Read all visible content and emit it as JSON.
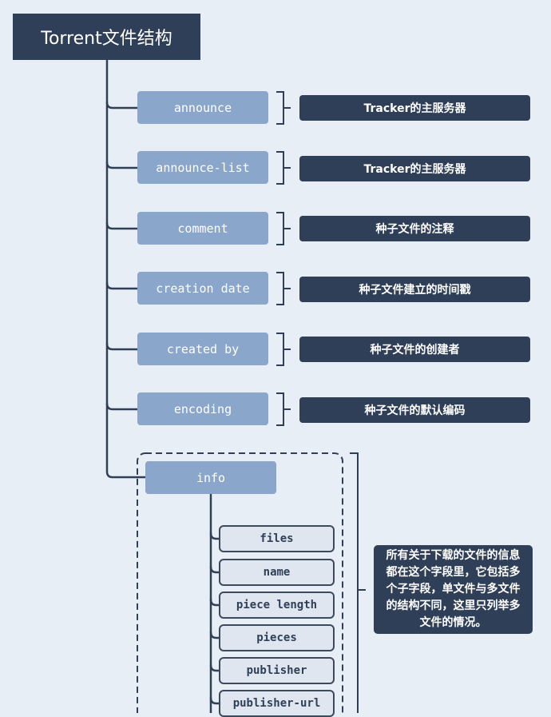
{
  "title": "Torrent文件结构",
  "keys": [
    {
      "name": "announce",
      "desc": "Tracker的主服务器"
    },
    {
      "name": "announce-list",
      "desc": "Tracker的主服务器"
    },
    {
      "name": "comment",
      "desc": "种子文件的注释"
    },
    {
      "name": "creation date",
      "desc": "种子文件建立的时间戳"
    },
    {
      "name": "created by",
      "desc": "种子文件的创建者"
    },
    {
      "name": "encoding",
      "desc": "种子文件的默认编码"
    }
  ],
  "info": {
    "name": "info",
    "desc": "所有关于下载的文件的信息都在这个字段里，它包括多个子字段，单文件与多文件的结构不同，这里只列举多文件的情况。",
    "fields": [
      "files",
      "name",
      "piece length",
      "pieces",
      "publisher",
      "publisher-url"
    ]
  },
  "colors": {
    "dark": "#2f3f57",
    "key": "#8aa6cb",
    "sub_fill": "#dfe6ef",
    "background": "#e8eef5"
  }
}
